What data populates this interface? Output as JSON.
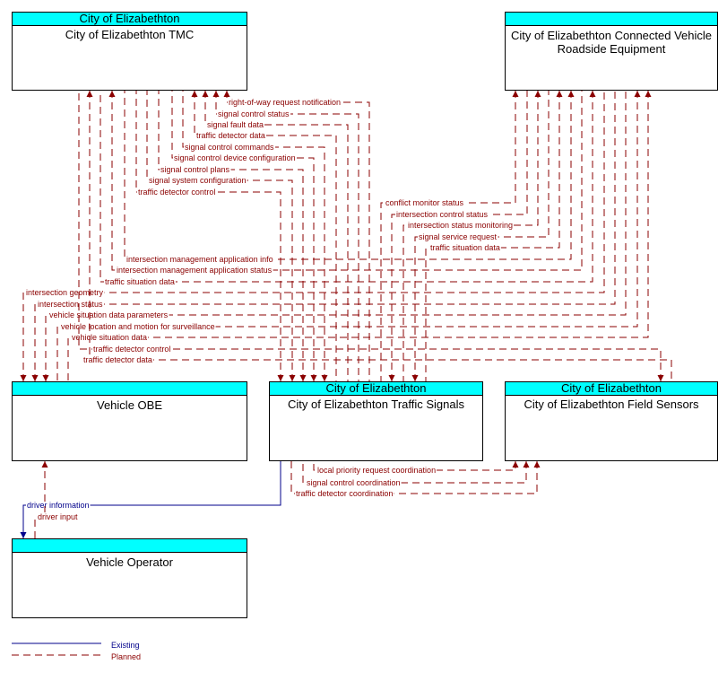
{
  "colors": {
    "existing": "#00008b",
    "planned": "#8b0000",
    "header": "#00ffff"
  },
  "nodes": {
    "tmc": {
      "owner": "City of Elizabethton",
      "name": "City of Elizabethton TMC"
    },
    "cv_rse": {
      "owner": "",
      "name": "City of Elizabethton Connected Vehicle Roadside Equipment"
    },
    "obe": {
      "owner": "",
      "name": "Vehicle OBE"
    },
    "signals": {
      "owner": "City of Elizabethton",
      "name": "City of Elizabethton Traffic Signals"
    },
    "sensors": {
      "owner": "City of Elizabethton",
      "name": "City of Elizabethton Field Sensors"
    },
    "operator": {
      "owner": "",
      "name": "Vehicle Operator"
    }
  },
  "flows": [
    {
      "label": "right-of-way request notification",
      "status": "planned"
    },
    {
      "label": "signal control status",
      "status": "planned"
    },
    {
      "label": "signal fault data",
      "status": "planned"
    },
    {
      "label": "traffic detector data",
      "status": "planned"
    },
    {
      "label": "signal control commands",
      "status": "planned"
    },
    {
      "label": "signal control device configuration",
      "status": "planned"
    },
    {
      "label": "signal control plans",
      "status": "planned"
    },
    {
      "label": "signal system configuration",
      "status": "planned"
    },
    {
      "label": "traffic detector control",
      "status": "planned"
    },
    {
      "label": "conflict monitor status",
      "status": "planned"
    },
    {
      "label": "intersection control status",
      "status": "planned"
    },
    {
      "label": "intersection status monitoring",
      "status": "planned"
    },
    {
      "label": "signal service request",
      "status": "planned"
    },
    {
      "label": "traffic situation data",
      "status": "planned"
    },
    {
      "label": "intersection management application info",
      "status": "planned"
    },
    {
      "label": "intersection management application status",
      "status": "planned"
    },
    {
      "label": "traffic situation data",
      "status": "planned"
    },
    {
      "label": "intersection geometry",
      "status": "planned"
    },
    {
      "label": "intersection status",
      "status": "planned"
    },
    {
      "label": "vehicle situation data parameters",
      "status": "planned"
    },
    {
      "label": "vehicle location and motion for surveillance",
      "status": "planned"
    },
    {
      "label": "vehicle situation data",
      "status": "planned"
    },
    {
      "label": "traffic detector control",
      "status": "planned"
    },
    {
      "label": "traffic detector data",
      "status": "planned"
    },
    {
      "label": "local priority request coordination",
      "status": "planned"
    },
    {
      "label": "signal control coordination",
      "status": "planned"
    },
    {
      "label": "traffic detector coordination",
      "status": "planned"
    },
    {
      "label": "driver information",
      "status": "existing"
    },
    {
      "label": "driver input",
      "status": "planned"
    }
  ],
  "legend": {
    "existing": "Existing",
    "planned": "Planned"
  }
}
